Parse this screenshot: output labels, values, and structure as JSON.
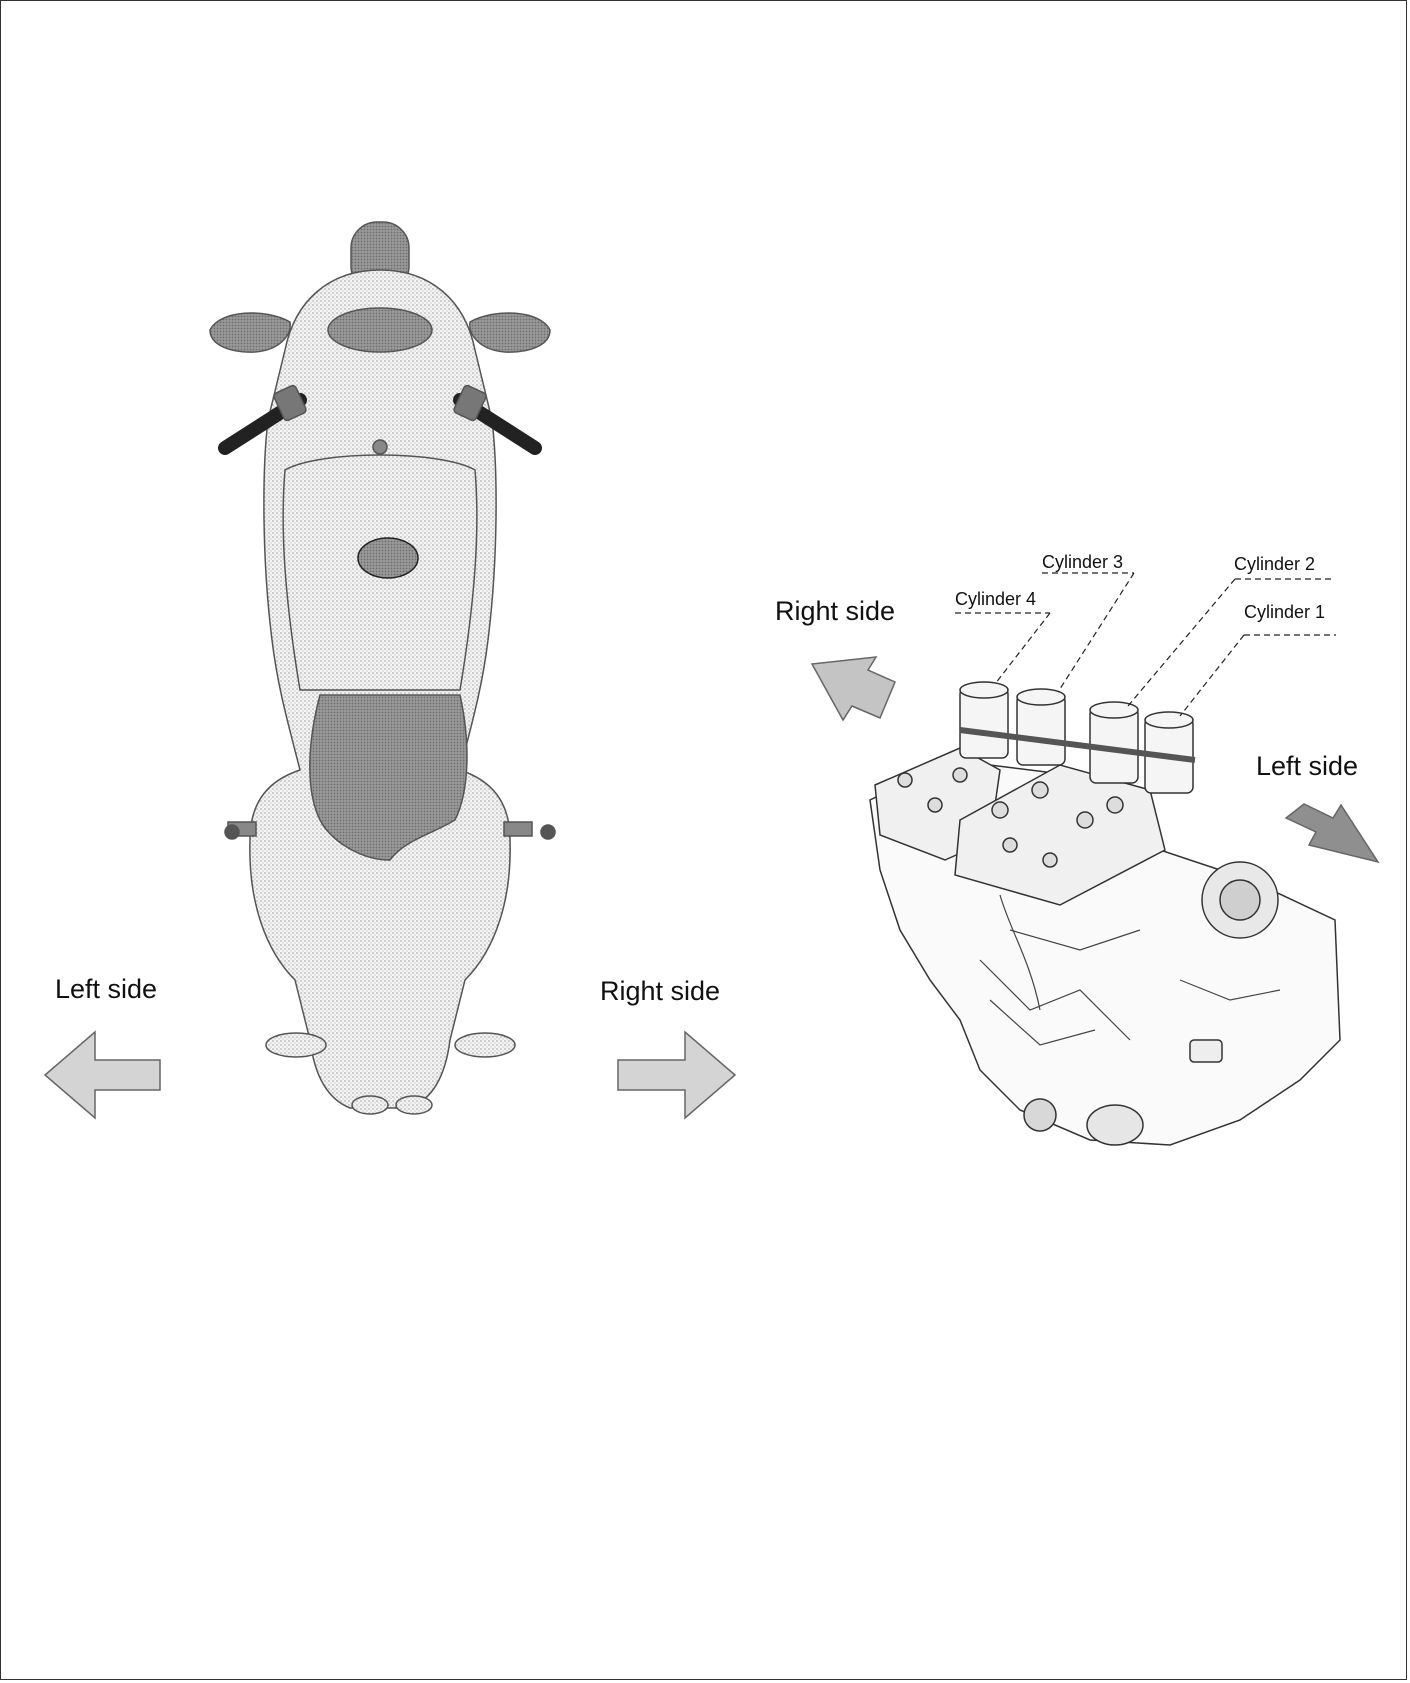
{
  "motorcycle_view": {
    "left_label": "Left side",
    "right_label": "Right side"
  },
  "engine_view": {
    "right_label": "Right side",
    "left_label": "Left side",
    "cylinders": [
      "Cylinder 3",
      "Cylinder 2",
      "Cylinder 4",
      "Cylinder 1"
    ]
  },
  "colors": {
    "arrow_fill": "#d4d4d4",
    "arrow_stroke": "#666666",
    "dark_part": "#8a8a8a",
    "body_fill": "#ebebeb"
  }
}
